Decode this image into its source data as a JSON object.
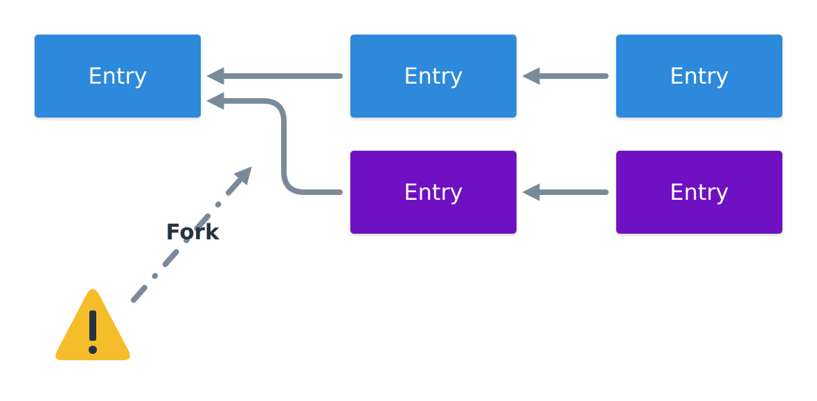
{
  "diagram": {
    "main_chain": [
      {
        "id": "entry-1",
        "label": "Entry"
      },
      {
        "id": "entry-2",
        "label": "Entry"
      },
      {
        "id": "entry-3",
        "label": "Entry"
      }
    ],
    "fork_chain": [
      {
        "id": "fork-entry-1",
        "label": "Entry"
      },
      {
        "id": "fork-entry-2",
        "label": "Entry"
      }
    ],
    "fork_label": "Fork",
    "warning_icon": "warning-triangle-icon",
    "colors": {
      "main_chain": "#2d89db",
      "fork_chain": "#7010c3",
      "arrow": "#7a8a99",
      "warning": "#f5bd2a",
      "label_text": "#253443"
    }
  }
}
